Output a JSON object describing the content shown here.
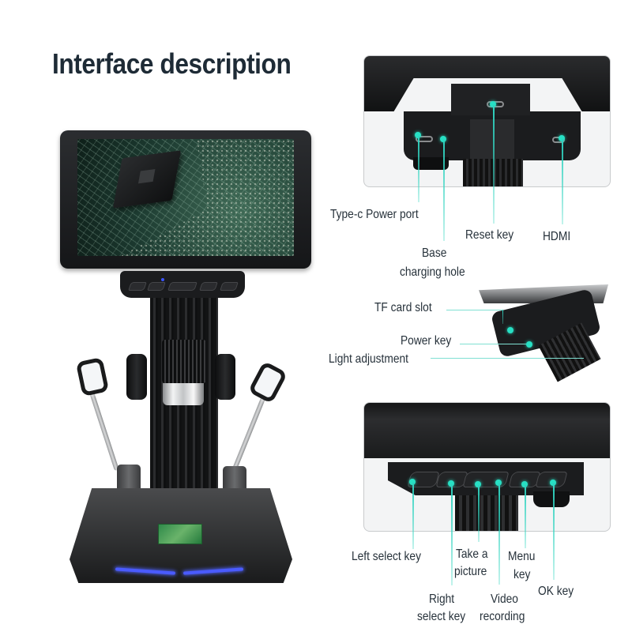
{
  "title": "Interface description",
  "accent_colors": {
    "callout_line": "#7fe0d2",
    "callout_dot": "#27e0c4",
    "base_led": "#4a5bff",
    "title_text": "#1e2b36"
  },
  "main_product": {
    "name": "Digital microscope with LCD screen",
    "screen_content": "circuit-board-closeup"
  },
  "top_panel": {
    "labels": {
      "type_c_power_port": "Type-c Power port",
      "base_charging_hole_line1": "Base",
      "base_charging_hole_line2": "charging hole",
      "reset_key": "Reset key",
      "hdmi": "HDMI"
    }
  },
  "side_panel": {
    "labels": {
      "tf_card_slot": "TF card slot",
      "power_key": "Power key",
      "light_adjustment": "Light adjustment"
    }
  },
  "bottom_panel": {
    "labels": {
      "left_select_key": "Left select key",
      "right_select_key_line1": "Right",
      "right_select_key_line2": "select key",
      "take_picture_line1": "Take a",
      "take_picture_line2": "picture",
      "video_recording_line1": "Video",
      "video_recording_line2": "recording",
      "menu_key_line1": "Menu",
      "menu_key_line2": "key",
      "ok_key": "OK key"
    }
  }
}
